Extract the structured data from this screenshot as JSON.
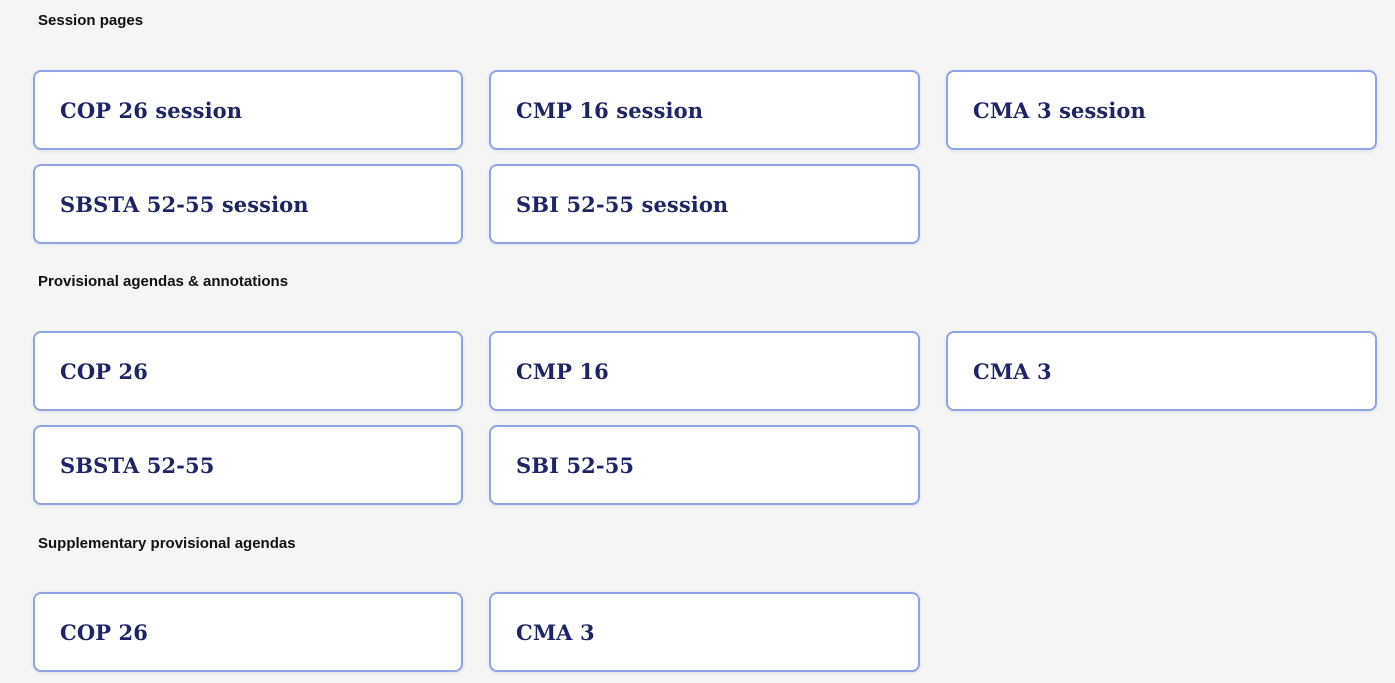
{
  "sections": [
    {
      "heading": "Session pages",
      "cards": [
        {
          "label": "COP 26 session"
        },
        {
          "label": "CMP 16 session"
        },
        {
          "label": "CMA 3 session"
        },
        {
          "label": "SBSTA 52-55 session"
        },
        {
          "label": "SBI 52-55 session"
        }
      ]
    },
    {
      "heading": "Provisional agendas & annotations",
      "cards": [
        {
          "label": "COP 26"
        },
        {
          "label": "CMP 16"
        },
        {
          "label": "CMA 3"
        },
        {
          "label": "SBSTA 52-55"
        },
        {
          "label": "SBI 52-55"
        }
      ]
    },
    {
      "heading": "Supplementary provisional agendas",
      "cards": [
        {
          "label": "COP 26"
        },
        {
          "label": "CMA 3"
        }
      ]
    }
  ],
  "colors": {
    "page_background": "#f4f5f4",
    "card_border": "#8fa3e6",
    "card_text": "#1e2466",
    "heading_text": "#111111"
  }
}
